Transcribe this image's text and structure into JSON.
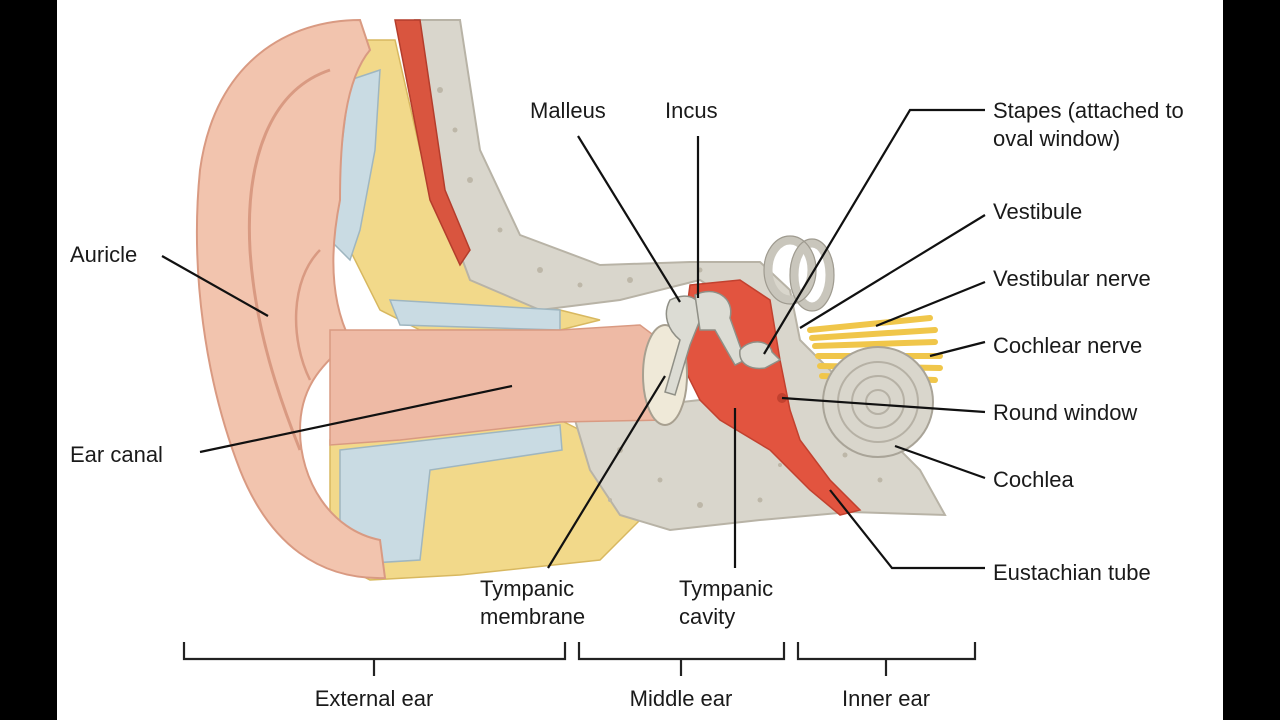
{
  "labels": {
    "auricle": "Auricle",
    "ear_canal": "Ear canal",
    "malleus": "Malleus",
    "incus": "Incus",
    "stapes_1": "Stapes (attached to",
    "stapes_2": "oval window)",
    "vestibule": "Vestibule",
    "vestibular_nerve": "Vestibular nerve",
    "cochlear_nerve": "Cochlear nerve",
    "round_window": "Round window",
    "cochlea": "Cochlea",
    "eustachian_tube": "Eustachian tube",
    "tympanic_membrane_1": "Tympanic",
    "tympanic_membrane_2": "membrane",
    "tympanic_cavity_1": "Tympanic",
    "tympanic_cavity_2": "cavity"
  },
  "regions": {
    "external": "External ear",
    "middle": "Middle ear",
    "inner": "Inner ear"
  },
  "colors": {
    "skin": "#f2c4ae",
    "skin_dark": "#e3a88f",
    "fat": "#f2d98a",
    "cartilage": "#c9dbe3",
    "bone": "#d9d6cc",
    "muscle": "#d9553f",
    "cavity": "#e2543f",
    "nerve": "#f0c64a",
    "ossicle": "#dcdcd4"
  }
}
